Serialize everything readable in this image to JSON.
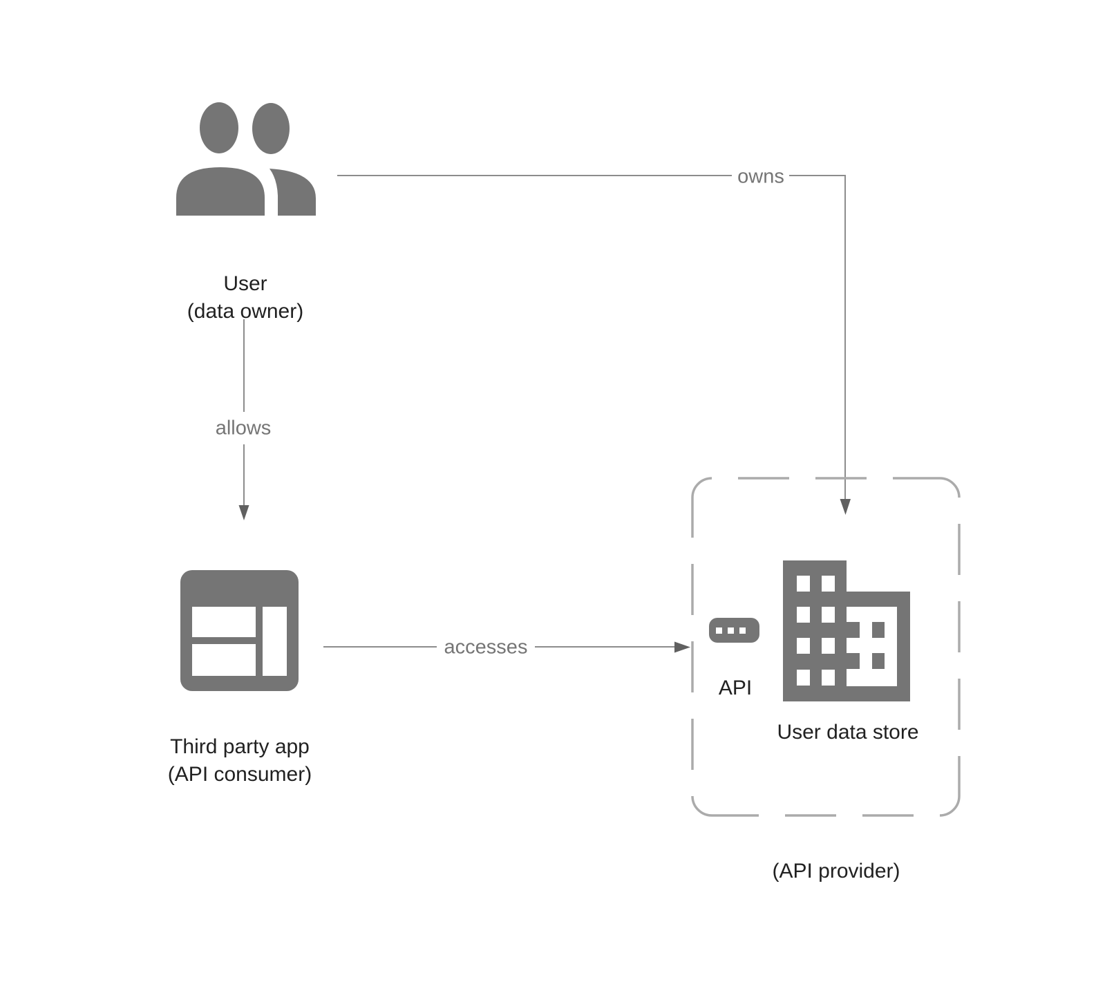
{
  "diagram": {
    "nodes": {
      "user": {
        "title": "User",
        "subtitle": "(data owner)",
        "icon": "people-icon"
      },
      "third_party_app": {
        "title": "Third party app",
        "subtitle": "(API consumer)",
        "icon": "app-window-icon"
      },
      "api": {
        "label": "API",
        "icon": "api-chip-icon"
      },
      "user_data_store": {
        "label": "User data store",
        "icon": "building-icon"
      },
      "api_provider": {
        "label": "(API provider)"
      }
    },
    "edges": {
      "owns": {
        "label": "owns",
        "from": "user",
        "to": "user_data_store"
      },
      "allows": {
        "label": "allows",
        "from": "user",
        "to": "third_party_app"
      },
      "accesses": {
        "label": "accesses",
        "from": "third_party_app",
        "to": "api"
      }
    },
    "colors": {
      "icon_gray": "#757575",
      "connector_gray": "#8c8c8c",
      "arrowhead_gray": "#606060",
      "dashed_border_gray": "#ababab",
      "label_dark": "#212121",
      "edge_label_gray": "#757575",
      "background": "#ffffff"
    }
  }
}
